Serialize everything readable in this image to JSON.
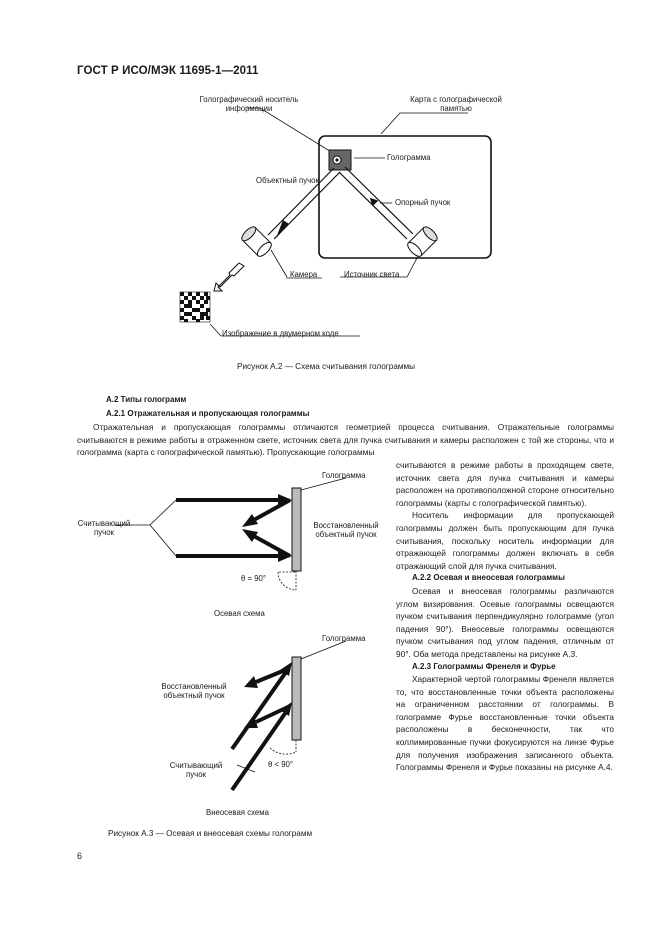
{
  "header": {
    "title": "ГОСТ Р ИСО/МЭК 11695-1—2011"
  },
  "figure_a2": {
    "label_holo_carrier": [
      "Голографический носитель",
      "информации"
    ],
    "label_card": [
      "Карта с голографической",
      "памятью"
    ],
    "label_hologram": "Голограмма",
    "label_object_beam": "Объектный пучок",
    "label_reference_beam": "Опорный пучок",
    "label_camera": "Камера",
    "label_light_source": "Источник света",
    "label_2d_image": "Изображение в двумерном коде",
    "caption": "Рисунок А.2 — Схема считывания голограммы"
  },
  "section_a2": {
    "heading": "А.2  Типы голограмм"
  },
  "section_a21": {
    "heading": "А.2.1  Отражательная и пропускающая голограммы",
    "p1_full": "Отражательная и пропускающая голограммы отличаются геометрией процесса считывания. Отражательные голограммы считываются в режиме работы в отраженном свете, источник света для пучка считывания и камеры расположен с той же стороны, что и голограмма (карта с голографической памятью). Пропускающие голограммы",
    "p1_cont": "считываются в режиме работы в проходящем свете, источник света для пучка считывания и камеры расположен на противоположной стороне относительно голограммы (карты с голографической памятью).",
    "p2": "Носитель информации для пропускающей голограммы должен быть пропускающим для пучка считывания, поскольку носитель информации для отражающей голограммы должен включать в себя отражающий слой для пучка считывания."
  },
  "section_a22": {
    "heading": "А.2.2  Осевая  и  внеосевая  голограммы",
    "p1": "Осевая и внеосевая голограммы различаются углом визирования. Осевые голограммы освещаются пучком считывания перпендикулярно голограмме (угол падения 90°). Внеосевые голограммы освещаются пучком считывания под углом падения, отличным от 90°. Оба метода представлены на рисунке А.3."
  },
  "section_a23": {
    "heading": "А.2.3  Голограммы Френеля и Фурье",
    "p1": "Характерной чертой голограммы Френеля является то, что восстановленные точки объекта расположены на ограниченном расстоянии от голограммы. В голограмме Фурье восстановленные точки объекта расположены в бесконечности, так что коллимированные пучки фокусируются на линзе Фурье для получения изображения записанного объекта. Голограммы Френеля и Фурье показаны на рисунке А.4."
  },
  "figure_a3": {
    "top_hologram": "Голограмма",
    "top_reading_beam": [
      "Считывающий",
      "пучок"
    ],
    "top_restored": [
      "Восстановленный",
      "объектный пучок"
    ],
    "top_angle": "θ = 90°",
    "top_scheme": "Осевая схема",
    "bot_hologram": "Голограмма",
    "bot_restored": [
      "Восстановленный",
      "объектный пучок"
    ],
    "bot_reading_beam": [
      "Считывающий",
      "пучок"
    ],
    "bot_angle": "θ < 90°",
    "bot_scheme": "Внеосевая схема",
    "caption": "Рисунок А.3 — Осевая и внеосевая схемы голограмм"
  },
  "page_number": "6"
}
